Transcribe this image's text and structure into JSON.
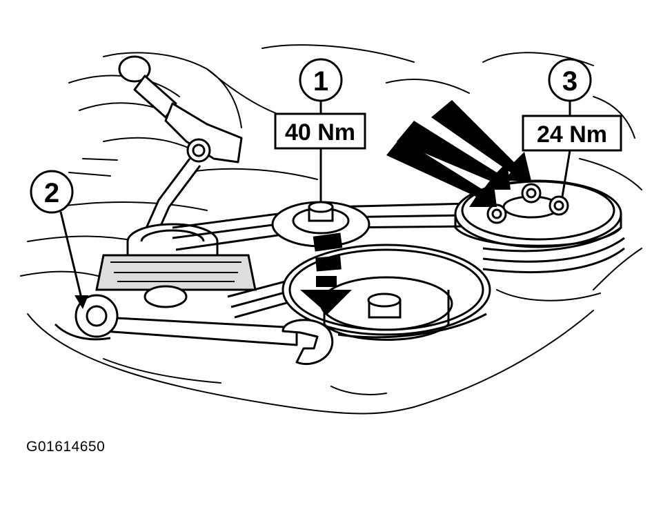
{
  "callouts": [
    {
      "number": "1",
      "torque": "40 Nm"
    },
    {
      "number": "2"
    },
    {
      "number": "3",
      "torque": "24 Nm"
    }
  ],
  "figure_id": "G01614650",
  "colors": {
    "ink": "#000000",
    "paper": "#ffffff"
  }
}
